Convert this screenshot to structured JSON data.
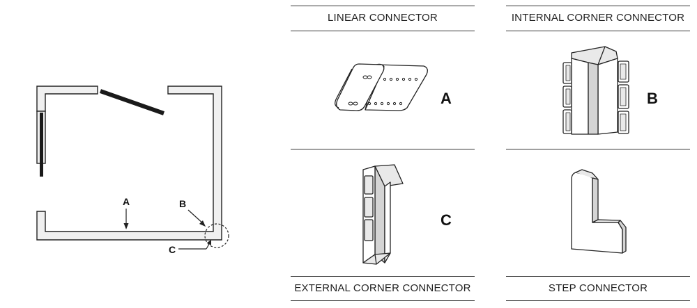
{
  "panels": {
    "linear": {
      "title": "LINEAR CONNECTOR",
      "letter": "A"
    },
    "internal": {
      "title": "INTERNAL CORNER CONNECTOR",
      "letter": "B"
    },
    "external": {
      "title": "EXTERNAL CORNER CONNECTOR",
      "letter": "C"
    },
    "step": {
      "title": "STEP CONNECTOR",
      "letter": ""
    }
  },
  "plan": {
    "labels": {
      "a": "A",
      "b": "B",
      "c": "C"
    }
  },
  "colors": {
    "wall_fill": "#f0f0f0",
    "line": "#222222",
    "door": "#1a1a1a"
  }
}
